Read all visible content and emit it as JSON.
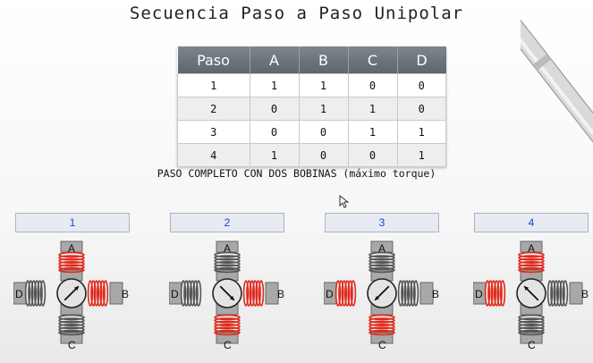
{
  "title": "Secuencia Paso a Paso Unipolar",
  "table": {
    "headers": [
      "Paso",
      "A",
      "B",
      "C",
      "D"
    ],
    "rows": [
      [
        "1",
        "1",
        "1",
        "0",
        "0"
      ],
      [
        "2",
        "0",
        "1",
        "1",
        "0"
      ],
      [
        "3",
        "0",
        "0",
        "1",
        "1"
      ],
      [
        "4",
        "1",
        "0",
        "0",
        "1"
      ]
    ]
  },
  "subtitle": "PASO COMPLETO CON DOS BOBINAS (máximo torque)",
  "steps": [
    {
      "label": "1",
      "active": [
        "A",
        "B"
      ],
      "arrow_direction": "up-right"
    },
    {
      "label": "2",
      "active": [
        "B",
        "C"
      ],
      "arrow_direction": "down-right"
    },
    {
      "label": "3",
      "active": [
        "C",
        "D"
      ],
      "arrow_direction": "down-left"
    },
    {
      "label": "4",
      "active": [
        "D",
        "A"
      ],
      "arrow_direction": "up-left"
    }
  ],
  "pole_letters": {
    "top": "A",
    "right": "B",
    "bottom": "C",
    "left": "D"
  },
  "colors": {
    "active_coil": "#e02a1c",
    "inactive_coil": "#555555",
    "header_bg": "#6b737b",
    "step_number": "#1a3fd6"
  }
}
